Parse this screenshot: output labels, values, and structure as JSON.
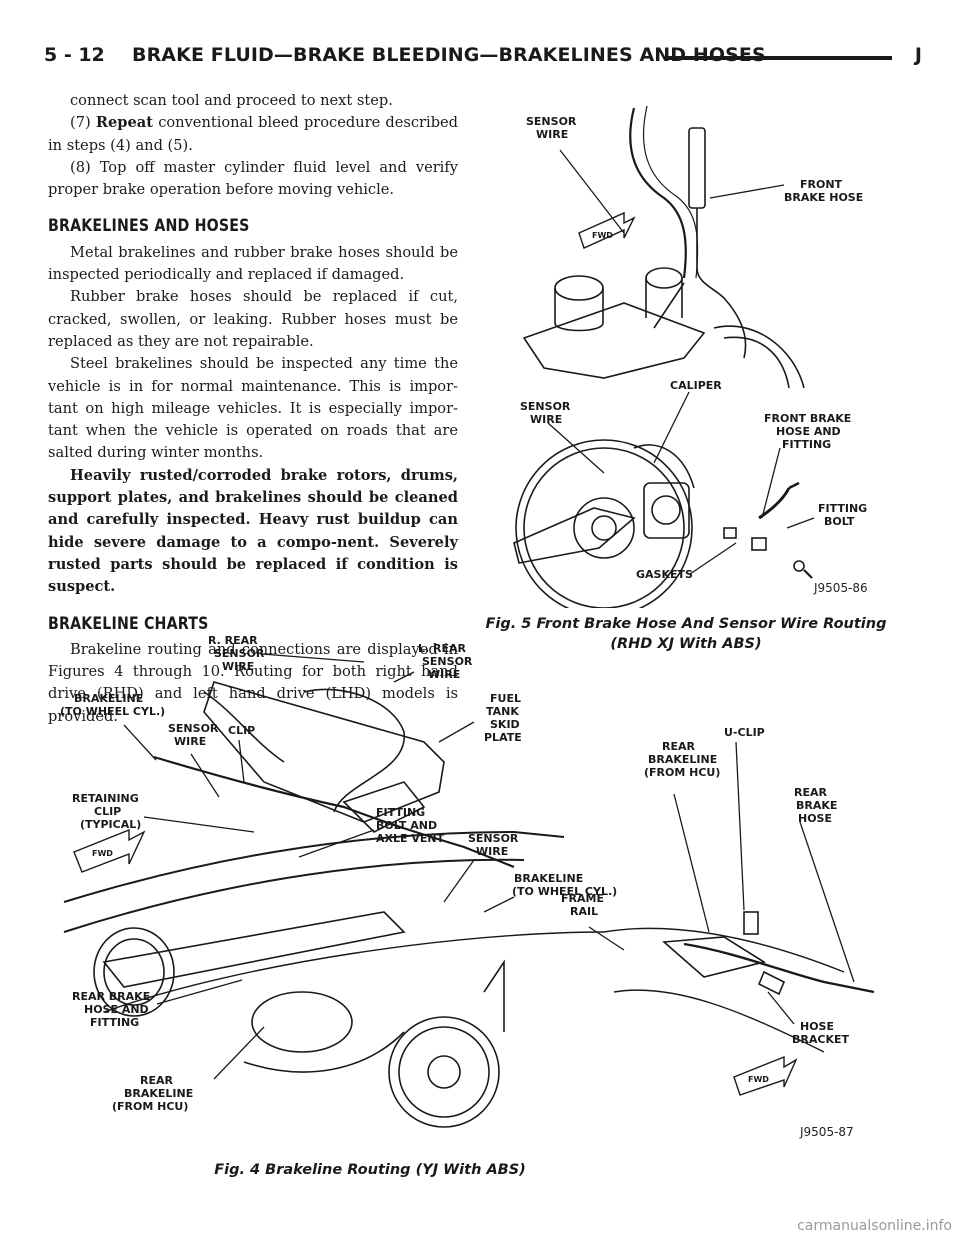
{
  "header": {
    "page_number": "5 - 12",
    "title": "BRAKE FLUID—BRAKE BLEEDING—BRAKELINES AND HOSES",
    "section_letter": "J"
  },
  "body": {
    "p1": "connect scan tool and proceed to next step.",
    "p2_num": "(7)",
    "p2_bold": "Repeat",
    "p2_rest": "conventional bleed procedure described in steps (4) and (5).",
    "p3": "(8) Top off master cylinder fluid level and verify proper brake operation before moving vehicle.",
    "h1": "BRAKELINES AND HOSES",
    "p4": "Metal brakelines and rubber brake hoses should be inspected periodically and replaced if damaged.",
    "p5": "Rubber brake hoses should be replaced if cut, cracked, swollen, or leaking. Rubber hoses must be replaced as they are not repairable.",
    "p6": "Steel brakelines should be inspected any time the vehicle is in for normal maintenance. This is impor-tant on high mileage vehicles. It is especially impor-tant when the vehicle is operated on roads that are salted during winter months.",
    "p7": "Heavily rusted/corroded brake rotors, drums, support plates, and brakelines should be cleaned and carefully inspected. Heavy rust buildup can hide severe damage to a compo-nent. Severely rusted parts should be replaced if condition is suspect.",
    "h2": "BRAKELINE CHARTS",
    "p8": "Brakeline routing and connections are displayed in Figures 4 through 10. Routing for both right hand drive (RHD) and left hand drive (LHD) models is provided."
  },
  "fig5": {
    "labels": {
      "sensor_wire_top": [
        "SENSOR",
        "WIRE"
      ],
      "front_brake_hose": [
        "FRONT",
        "BRAKE HOSE"
      ],
      "sensor_wire_mid": [
        "SENSOR",
        "WIRE"
      ],
      "caliper": "CALIPER",
      "front_brake_hose_fitting": [
        "FRONT BRAKE",
        "HOSE AND",
        "FITTING"
      ],
      "fitting_bolt": [
        "FITTING",
        "BOLT"
      ],
      "gaskets": "GASKETS",
      "fwd": "FWD"
    },
    "code": "J9505-86",
    "caption_line1": "Fig. 5 Front Brake Hose And Sensor Wire Routing",
    "caption_line2": "(RHD XJ With ABS)"
  },
  "fig4": {
    "labels": {
      "r_rear_sensor": [
        "R. REAR",
        "SENSOR",
        "WIRE"
      ],
      "l_rear_sensor": [
        "L. REAR",
        "SENSOR",
        "WIRE"
      ],
      "brakeline_wheel": [
        "BRAKELINE",
        "(TO WHEEL CYL.)"
      ],
      "sensor_wire": [
        "SENSOR",
        "WIRE"
      ],
      "clip": "CLIP",
      "fuel_tank": [
        "FUEL",
        "TANK",
        "SKID",
        "PLATE"
      ],
      "retaining_clip": [
        "RETAINING",
        "CLIP",
        "(TYPICAL)"
      ],
      "fitting_bolt_vent": [
        "FITTING",
        "BOLT AND",
        "AXLE VENT"
      ],
      "sensor_wire_2": [
        "SENSOR",
        "WIRE"
      ],
      "brakeline_wheel_2": [
        "BRAKELINE",
        "(TO WHEEL CYL.)"
      ],
      "u_clip": "U-CLIP",
      "rear_brakeline_hcu": [
        "REAR",
        "BRAKELINE",
        "(FROM HCU)"
      ],
      "rear_brake_hose": [
        "REAR",
        "BRAKE",
        "HOSE"
      ],
      "frame_rail": [
        "FRAME",
        "RAIL"
      ],
      "rear_brake_hose_fitting": [
        "REAR BRAKE",
        "HOSE AND",
        "FITTING"
      ],
      "rear_brakeline_hcu_2": [
        "REAR",
        "BRAKELINE",
        "(FROM HCU)"
      ],
      "hose_bracket": [
        "HOSE",
        "BRACKET"
      ],
      "fwd": "FWD"
    },
    "code": "J9505-87",
    "caption": "Fig. 4 Brakeline Routing (YJ With ABS)"
  },
  "watermark": "carmanualsonline.info"
}
